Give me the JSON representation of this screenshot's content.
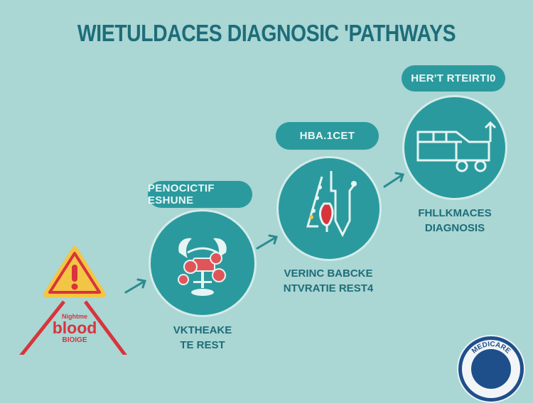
{
  "title": "WIETULDACES DIAGNOSIC 'PATHWAYS",
  "warning": {
    "line1": "Nightme",
    "line2": "blood",
    "line3": "BIOIGE"
  },
  "steps": [
    {
      "pill": "PENOCICTIF ESHUNE",
      "caption_line1": "VKTHEAKE",
      "caption_line2": "TE REST",
      "icon": "blood-cells-icon"
    },
    {
      "pill": "HBA.1CET",
      "caption_line1": "VERINC BABCKE",
      "caption_line2": "NTVRATIE REST4",
      "icon": "test-tube-icon"
    },
    {
      "pill": "HER'T RTEIRTI0",
      "caption_line1": "FHLLKMACES",
      "caption_line2": "DIAGNOSIS",
      "icon": "vehicle-icon"
    }
  ],
  "seal": {
    "text": "MEDICARE"
  },
  "colors": {
    "background": "#aad6d4",
    "teal": "#2b9a9e",
    "title": "#1d6d79",
    "red": "#d8343c",
    "yellow": "#f4c542"
  }
}
